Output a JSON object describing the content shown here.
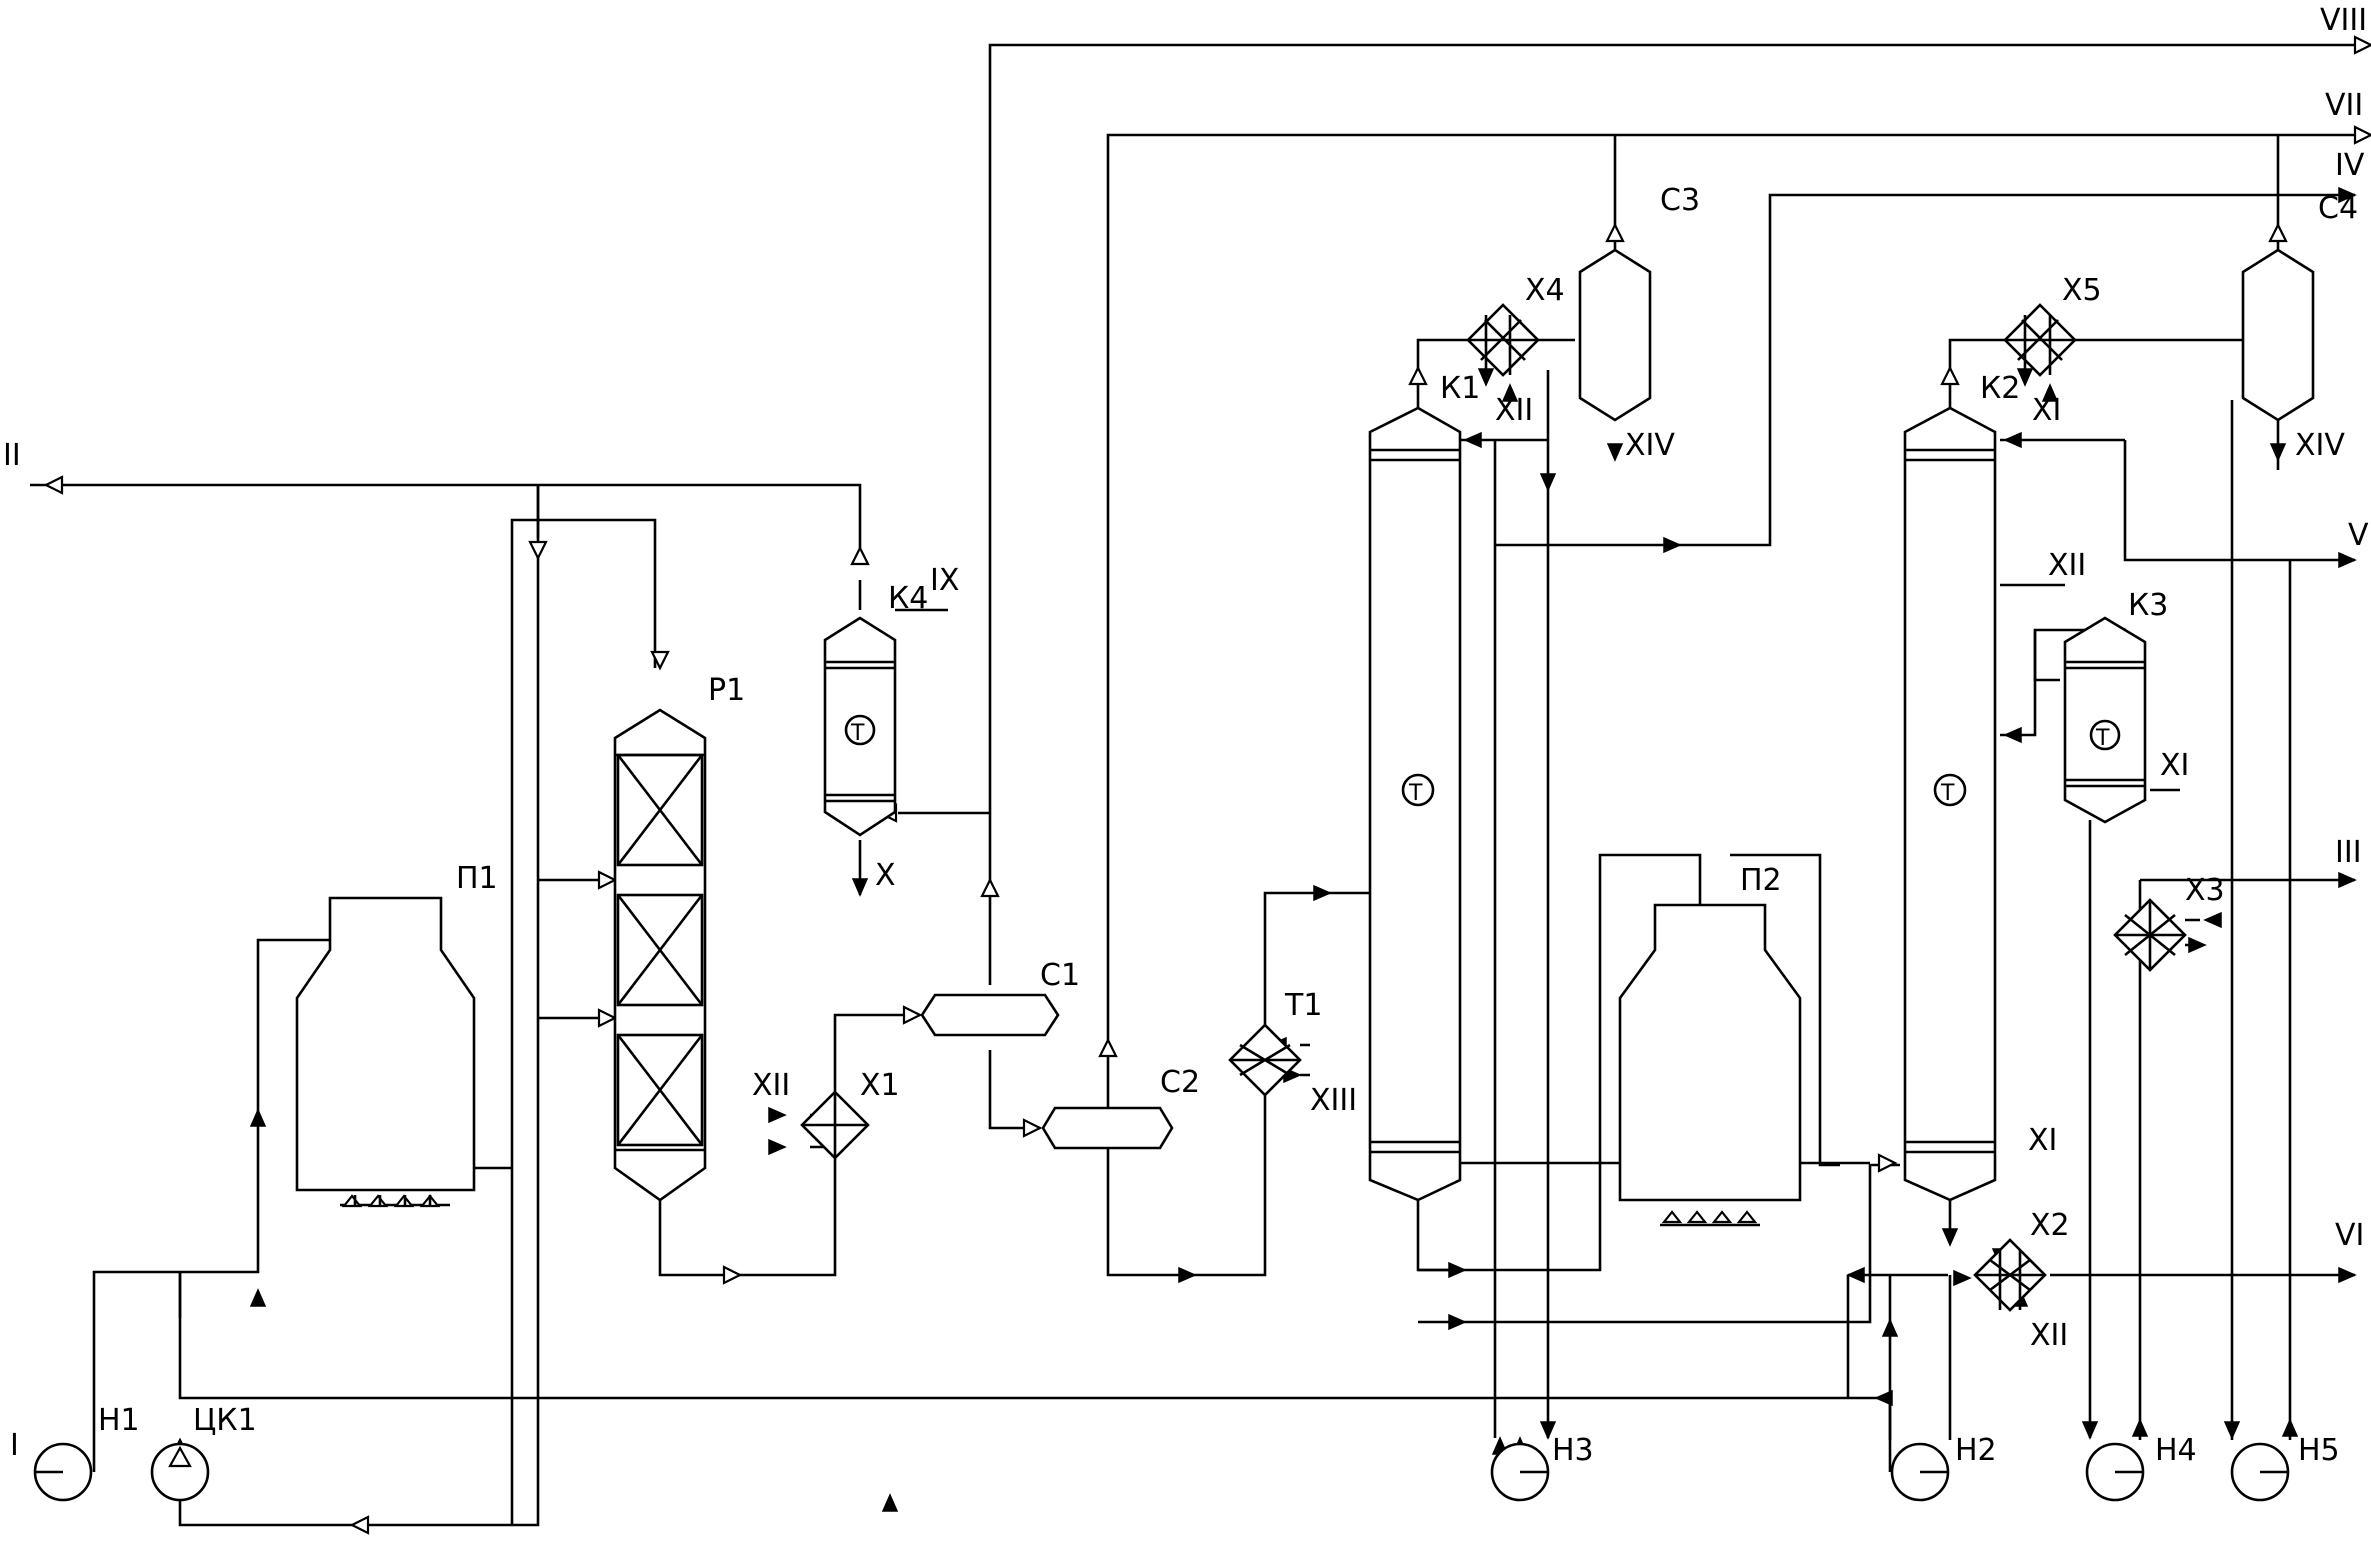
{
  "equipment": {
    "P1": "П1",
    "P2": "П2",
    "R1": "Р1",
    "K1": "К1",
    "K2": "К2",
    "K3": "К3",
    "K4": "К4",
    "C1": "С1",
    "C2": "С2",
    "C3": "С3",
    "C4": "С4",
    "X1": "Х1",
    "X2": "Х2",
    "X3": "Х3",
    "X4": "Х4",
    "X5": "Х5",
    "T1": "Т1",
    "H1": "Н1",
    "H2": "Н2",
    "H3": "Н3",
    "H4": "Н4",
    "H5": "Н5",
    "CK1": "ЦК1"
  },
  "streams": {
    "I": "I",
    "II": "II",
    "III": "III",
    "IV": "IV",
    "V": "V",
    "VI": "VI",
    "VII": "VII",
    "VIII": "VIII",
    "IX": "IX",
    "X": "X",
    "XI": "XI",
    "XII": "XII",
    "XIII": "XIII",
    "XIV": "XIV"
  },
  "symbols": {
    "thermometer": "T"
  }
}
